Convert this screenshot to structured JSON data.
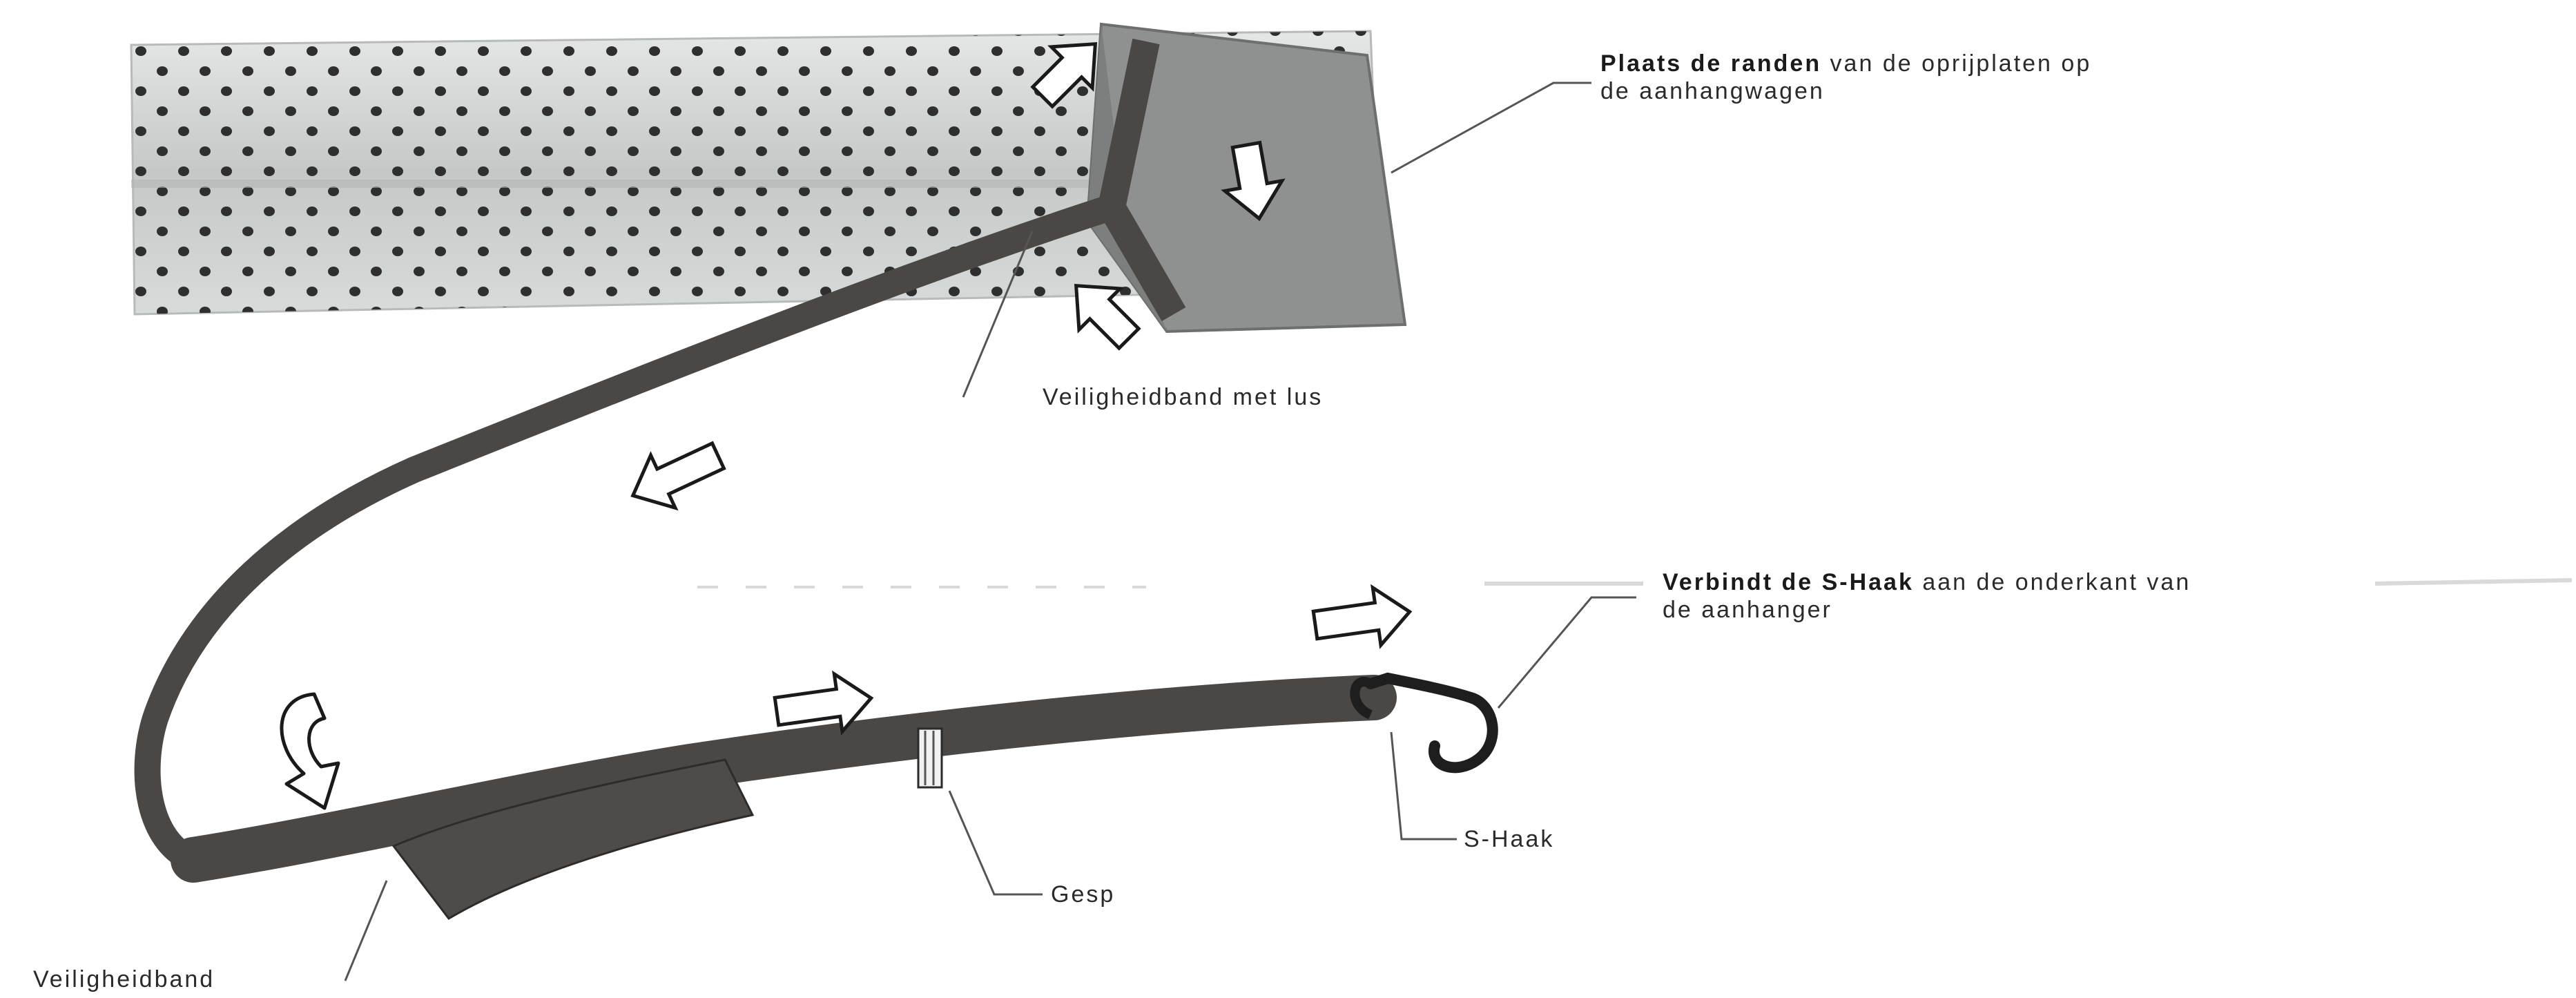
{
  "labels": {
    "ramp_edges": {
      "bold": "Plaats de randen",
      "rest": " van de oprijplaten op",
      "line2": "de aanhangwagen"
    },
    "loop_strap": "Veiligheidband met lus",
    "s_hook_connect": {
      "bold": "Verbindt de S-Haak",
      "rest": " aan de onderkant van",
      "line2": "de aanhanger"
    },
    "s_hook": "S-Haak",
    "buckle": "Gesp",
    "safety_strap": "Veiligheidband"
  },
  "colors": {
    "strap": "#4a4744",
    "strap_edge": "#2e2c2a",
    "ramp_metal": "#c9cdcc",
    "ramp_hole": "#333333",
    "pad": "#8e918f",
    "arrow_fill": "#ffffff",
    "arrow_stroke": "#1a1a1a",
    "leader": "#555555"
  },
  "icons": {
    "arrow": "outlined-white-arrow",
    "curved_arrow": "curved-outlined-arrow",
    "hook": "s-hook"
  }
}
